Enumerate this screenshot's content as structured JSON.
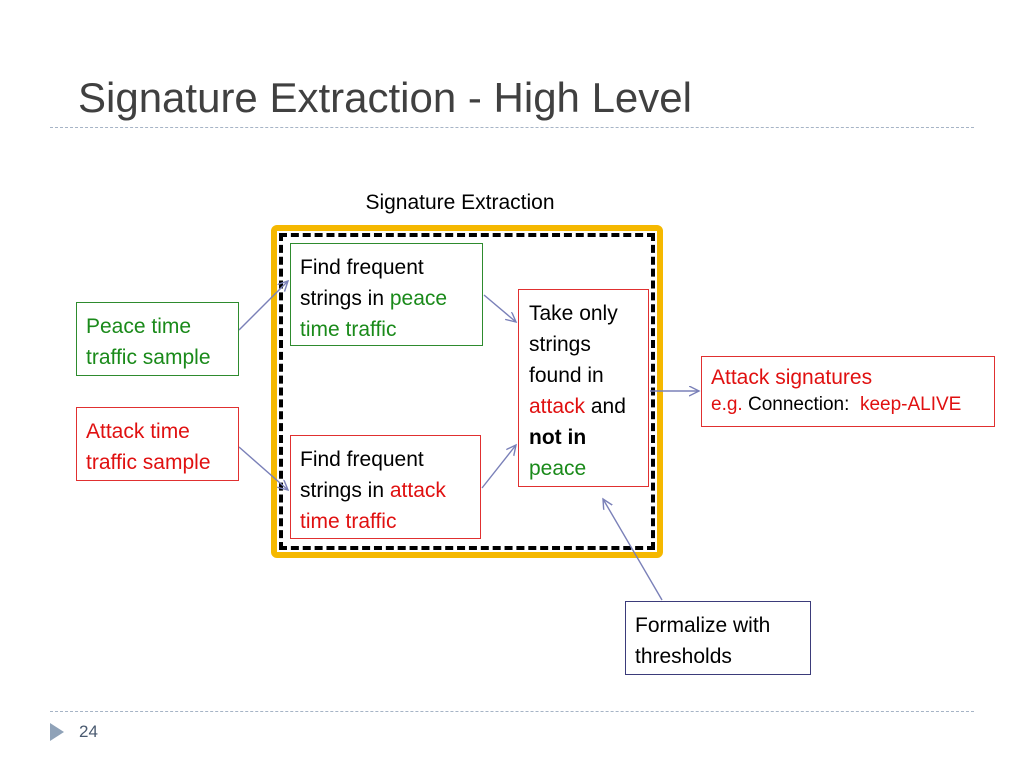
{
  "slide": {
    "title": "Signature Extraction - High Level",
    "page_number": "24"
  },
  "diagram": {
    "frame_caption": "Signature Extraction",
    "peace_sample": {
      "line1": "Peace time",
      "line2": "traffic sample"
    },
    "attack_sample": {
      "line1": "Attack time",
      "line2": "traffic sample"
    },
    "find_peace": {
      "line1": "Find frequent",
      "line2_plain": "strings in",
      "line2_colored": "peace",
      "line3": "time traffic"
    },
    "find_attack": {
      "line1": "Find frequent",
      "line2_plain": "strings in",
      "line2_colored": "attack",
      "line3": "time traffic"
    },
    "take_only": {
      "line1": "Take only",
      "line2": "strings",
      "line3": "found in",
      "line4_colored": "attack",
      "line4_plain": "and",
      "line5": "not in",
      "line6": "peace"
    },
    "attack_signatures": {
      "title": "Attack signatures",
      "eg": "e.g.",
      "connection": "Connection:",
      "value": "keep-ALIVE"
    },
    "formalize": {
      "line1": "Formalize with",
      "line2": "thresholds"
    },
    "colors": {
      "frame_yellow": "#f5b800",
      "peace_green": "#1a8a1a",
      "attack_red": "#e01010",
      "arrow": "#7a80b8",
      "formalize_border": "#3b3b7a"
    }
  }
}
